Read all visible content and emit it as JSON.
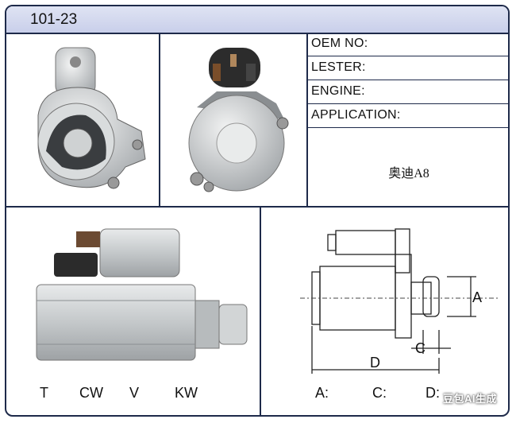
{
  "model_number": "101-23",
  "specs": [
    {
      "label": "OEM NO:",
      "value": ""
    },
    {
      "label": "LESTER:",
      "value": ""
    },
    {
      "label": "ENGINE:",
      "value": ""
    },
    {
      "label": "APPLICATION:",
      "value": ""
    }
  ],
  "application_value": "奥迪A8",
  "bottom_left_labels": [
    "T",
    "CW",
    "V",
    "KW"
  ],
  "bottom_right_labels": [
    "A:",
    "C:",
    "D:"
  ],
  "diagram_labels": {
    "a": "A",
    "c": "C",
    "d": "D"
  },
  "watermark": "豆包AI生成",
  "colors": {
    "frame": "#1e2a4a",
    "header": "#cfd4ee",
    "metal": "#c9ccce"
  }
}
